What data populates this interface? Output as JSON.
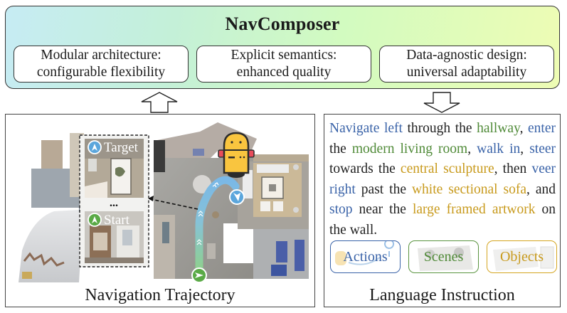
{
  "top": {
    "title": "NavComposer",
    "gradient_colors": [
      "#c6ecf4",
      "#d2fbc0",
      "#eefcb4"
    ],
    "features": [
      {
        "line1": "Modular architecture:",
        "line2": "configurable flexibility"
      },
      {
        "line1": "Explicit semantics:",
        "line2": "enhanced quality"
      },
      {
        "line1": "Data-agnostic design:",
        "line2": "universal adaptability"
      }
    ]
  },
  "arrows": {
    "left": "up-arrow-icon",
    "right": "down-arrow-icon"
  },
  "left_panel": {
    "caption": "Navigation Trajectory",
    "frames": {
      "target_label": "Target",
      "ellipsis": "...",
      "start_label": "Start"
    },
    "icons": [
      "robot-icon",
      "target-marker-icon",
      "start-marker-icon"
    ],
    "colors": {
      "start": "#5aaa46",
      "target": "#5ba6dc",
      "robot": "#f9c53f",
      "robot_ears": "#e84d5b"
    }
  },
  "right_panel": {
    "caption": "Language Instruction",
    "instruction_segments": [
      {
        "text": "Navigate left",
        "type": "action"
      },
      {
        "text": " through the ",
        "type": "plain"
      },
      {
        "text": "hallway",
        "type": "scene"
      },
      {
        "text": ", ",
        "type": "plain"
      },
      {
        "text": "enter",
        "type": "action"
      },
      {
        "text": " the ",
        "type": "plain"
      },
      {
        "text": "modern living room",
        "type": "scene"
      },
      {
        "text": ", ",
        "type": "plain"
      },
      {
        "text": "walk in",
        "type": "action"
      },
      {
        "text": ", ",
        "type": "plain"
      },
      {
        "text": "steer",
        "type": "action"
      },
      {
        "text": " towards the ",
        "type": "plain"
      },
      {
        "text": "central sculpture",
        "type": "object"
      },
      {
        "text": ", then ",
        "type": "plain"
      },
      {
        "text": "veer right",
        "type": "action"
      },
      {
        "text": " past the ",
        "type": "plain"
      },
      {
        "text": "white sectional sofa",
        "type": "object"
      },
      {
        "text": ", and ",
        "type": "plain"
      },
      {
        "text": "stop",
        "type": "action"
      },
      {
        "text": " near the ",
        "type": "plain"
      },
      {
        "text": "large framed artwork",
        "type": "object"
      },
      {
        "text": " on the wall.",
        "type": "plain"
      }
    ],
    "tags": [
      {
        "label": "Actions",
        "color": "#3a63a8"
      },
      {
        "label": "Scenes",
        "color": "#4f8a37"
      },
      {
        "label": "Objects",
        "color": "#c89a1c"
      }
    ]
  }
}
